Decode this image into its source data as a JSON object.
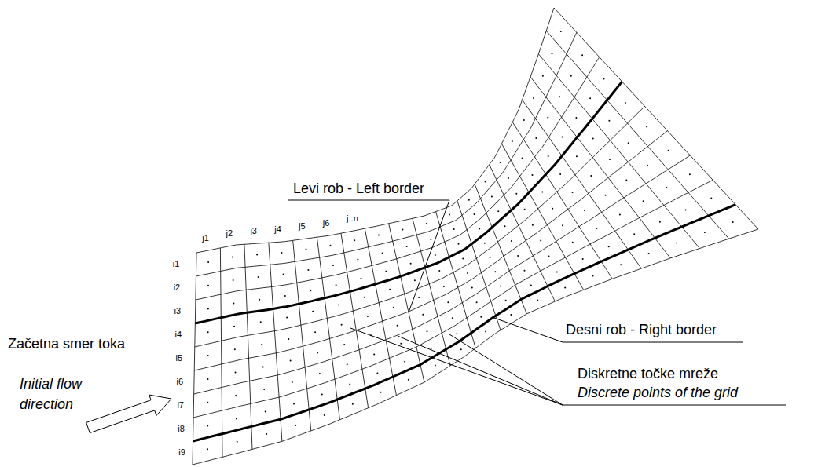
{
  "diagram": {
    "labels": [
      "Levi rob - Left border",
      "Desni rob - Right border",
      "Diskretne točke mreže",
      "Discrete points of the grid",
      "Začetna smer toka",
      "Initial flow direction",
      "j1",
      "j2",
      "j3",
      "j4",
      "j5",
      "j6",
      "j..n",
      "i1",
      "i2",
      "i3",
      "i4",
      "i5",
      "i6",
      "i7",
      "i8",
      "i9"
    ]
  }
}
